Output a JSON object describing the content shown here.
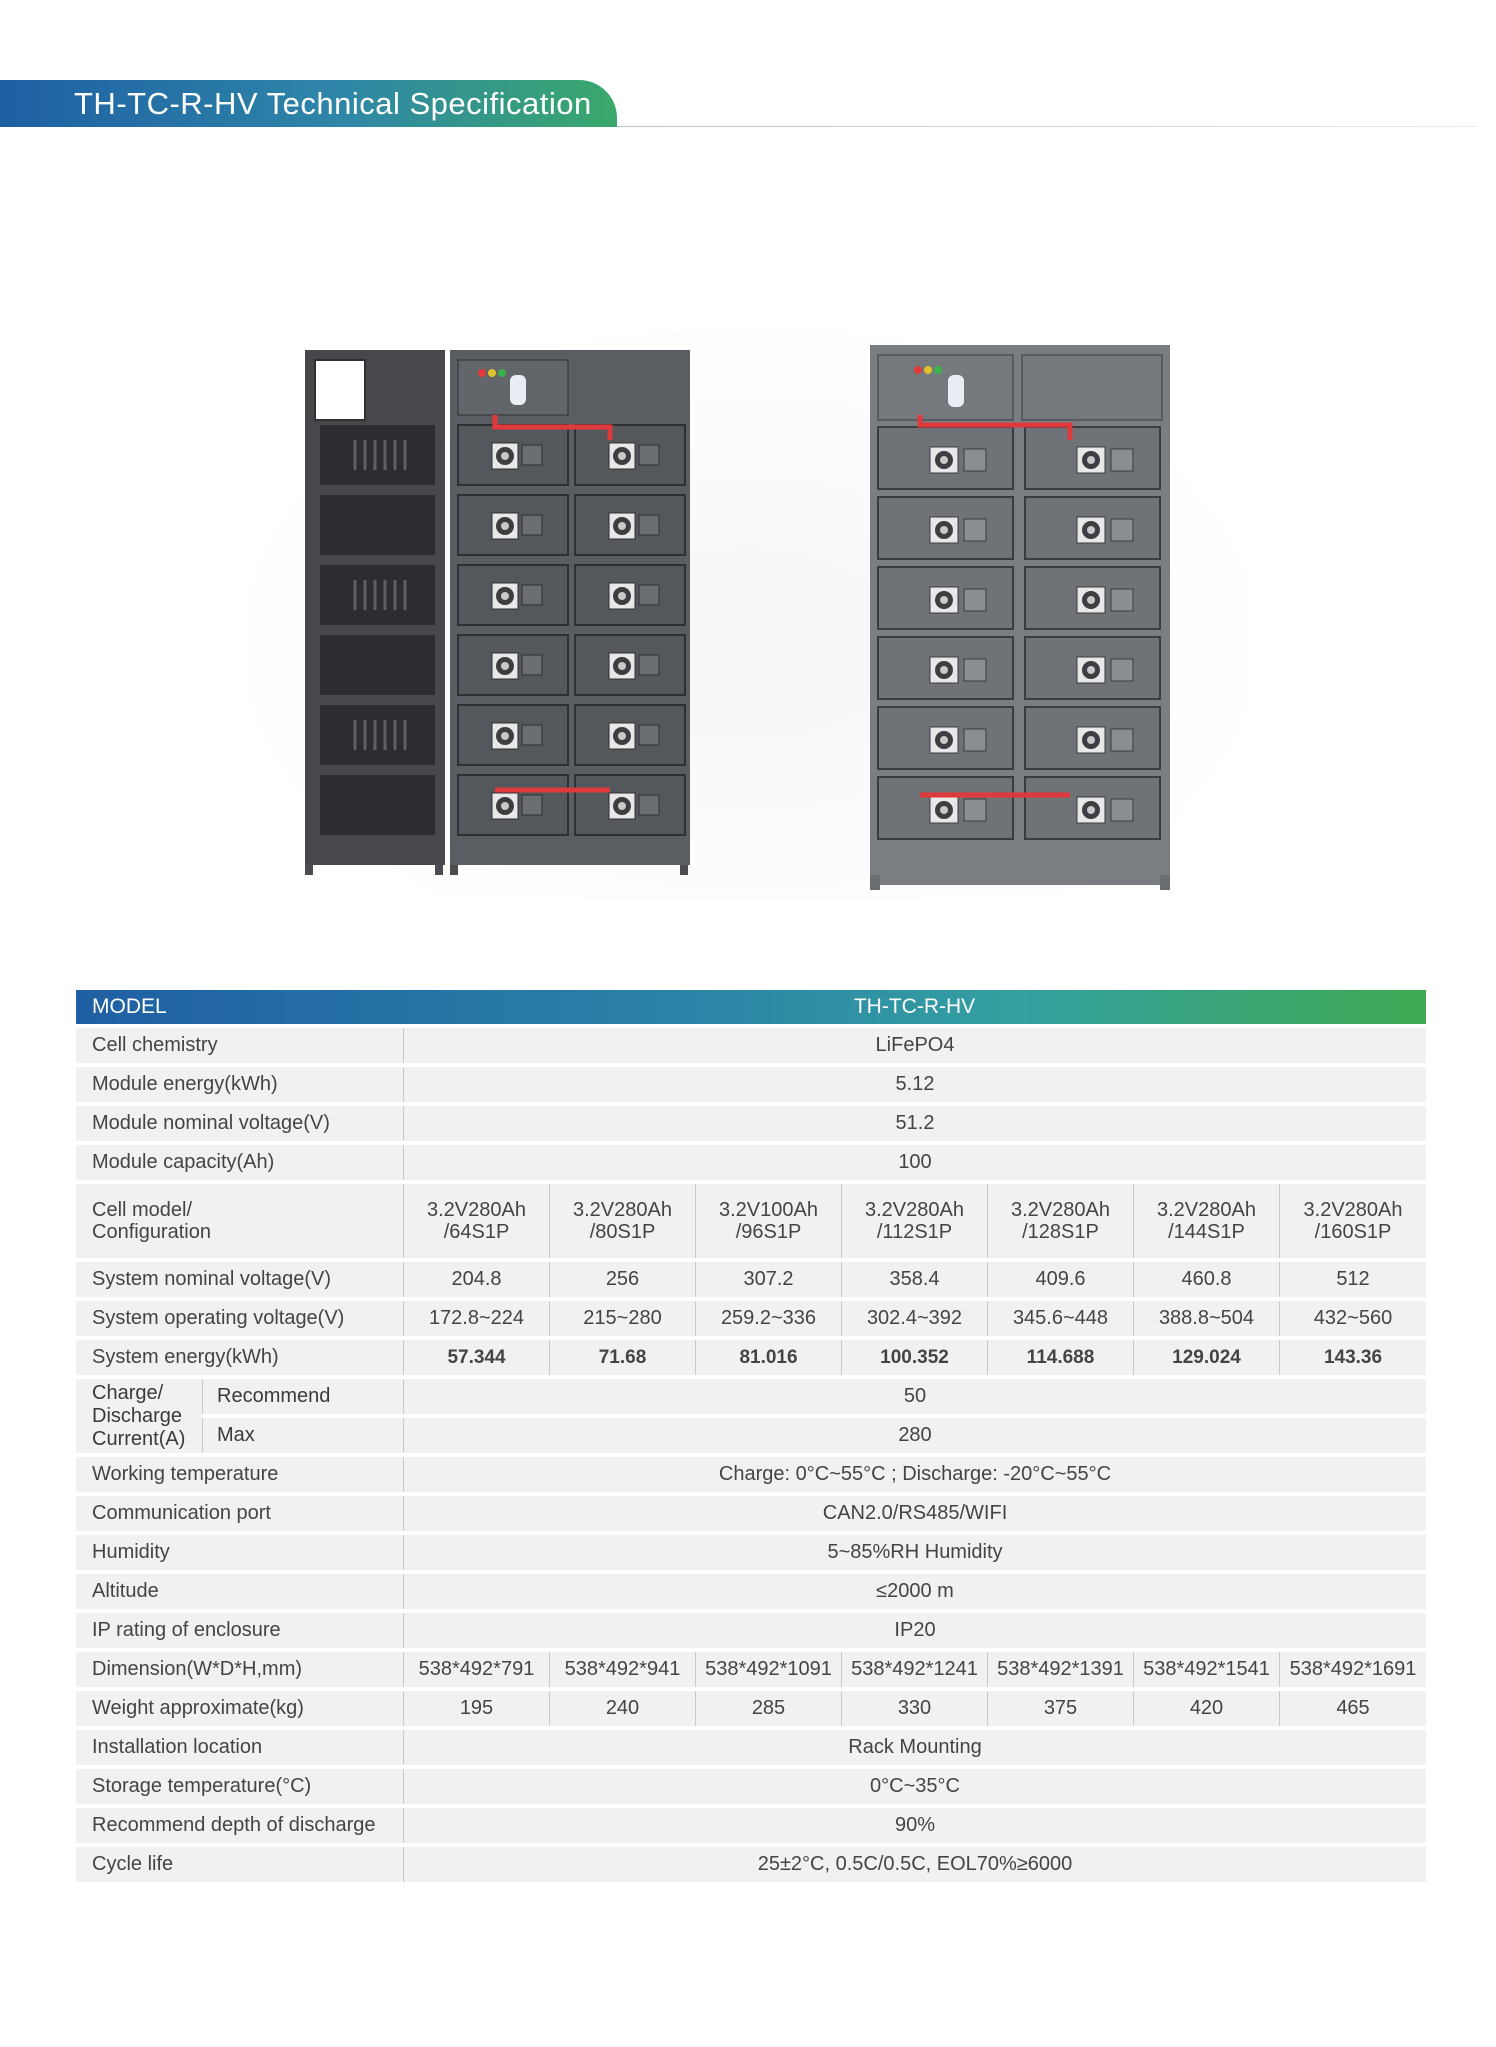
{
  "header": {
    "title": "TH-TC-R-HV Technical Specification"
  },
  "table": {
    "model_label": "MODEL",
    "model_value": "TH-TC-R-HV",
    "rows_top": [
      {
        "label": "Cell chemistry",
        "value": "LiFePO4"
      },
      {
        "label": "Module energy(kWh)",
        "value": "5.12"
      },
      {
        "label": "Module nominal voltage(V)",
        "value": "51.2"
      },
      {
        "label": "Module capacity(Ah)",
        "value": "100"
      }
    ],
    "cell_model": {
      "label_line1": "Cell model/",
      "label_line2": "Configuration",
      "values": [
        {
          "line1": "3.2V280Ah",
          "line2": "/64S1P"
        },
        {
          "line1": "3.2V280Ah",
          "line2": "/80S1P"
        },
        {
          "line1": "3.2V100Ah",
          "line2": "/96S1P"
        },
        {
          "line1": "3.2V280Ah",
          "line2": "/112S1P"
        },
        {
          "line1": "3.2V280Ah",
          "line2": "/128S1P"
        },
        {
          "line1": "3.2V280Ah",
          "line2": "/144S1P"
        },
        {
          "line1": "3.2V280Ah",
          "line2": "/160S1P"
        }
      ]
    },
    "system_nominal_voltage": {
      "label": "System nominal voltage(V)",
      "values": [
        "204.8",
        "256",
        "307.2",
        "358.4",
        "409.6",
        "460.8",
        "512"
      ]
    },
    "system_operating_voltage": {
      "label": "System operating voltage(V)",
      "values": [
        "172.8~224",
        "215~280",
        "259.2~336",
        "302.4~392",
        "345.6~448",
        "388.8~504",
        "432~560"
      ]
    },
    "system_energy": {
      "label": "System energy(kWh)",
      "values": [
        "57.344",
        "71.68",
        "81.016",
        "100.352",
        "114.688",
        "129.024",
        "143.36"
      ]
    },
    "charge_discharge": {
      "label_line1": "Charge/",
      "label_line2": "Discharge",
      "label_line3": "Current(A)",
      "recommend_label": "Recommend",
      "recommend_value": "50",
      "max_label": "Max",
      "max_value": "280"
    },
    "rows_mid": [
      {
        "label": "Working temperature",
        "value": "Charge: 0°C~55°C ; Discharge: -20°C~55°C"
      },
      {
        "label": "Communication port",
        "value": "CAN2.0/RS485/WIFI"
      },
      {
        "label": "Humidity",
        "value": "5~85%RH Humidity"
      },
      {
        "label": "Altitude",
        "value": "≤2000 m"
      },
      {
        "label": "IP rating of enclosure",
        "value": "IP20"
      }
    ],
    "dimension": {
      "label": "Dimension(W*D*H,mm)",
      "values": [
        "538*492*791",
        "538*492*941",
        "538*492*1091",
        "538*492*1241",
        "538*492*1391",
        "538*492*1541",
        "538*492*1691"
      ]
    },
    "weight": {
      "label": "Weight approximate(kg)",
      "values": [
        "195",
        "240",
        "285",
        "330",
        "375",
        "420",
        "465"
      ]
    },
    "rows_bottom": [
      {
        "label": "Installation location",
        "value": "Rack Mounting"
      },
      {
        "label": "Storage temperature(°C)",
        "value": "0°C~35°C"
      },
      {
        "label": "Recommend depth of discharge",
        "value": "90%"
      },
      {
        "label": "Cycle life",
        "value": "25±2°C, 0.5C/0.5C, EOL70%≥6000"
      }
    ]
  },
  "colors": {
    "banner_start": "#1e5fa3",
    "banner_end": "#3aa86a",
    "row_bg": "#f0f1f2",
    "cable_red": "#e0393b",
    "rack_dark": "#4a4c50",
    "rack_light": "#75787d"
  },
  "icons": [
    "fan-icon",
    "battery-rack-icon"
  ]
}
